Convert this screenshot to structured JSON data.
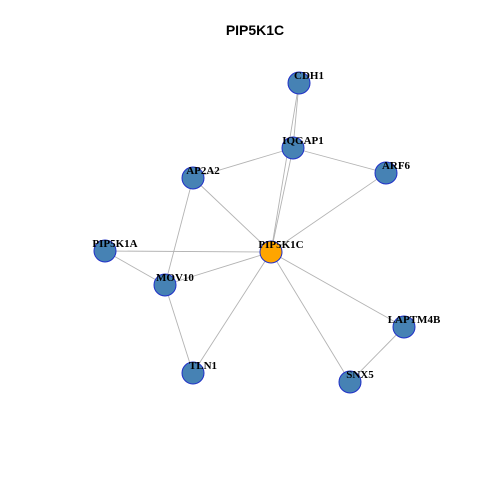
{
  "title": "PIP5K1C",
  "colors": {
    "node_default": "#4682b4",
    "node_highlight": "#ffa500",
    "node_border": "#2030c8",
    "edge": "#b3b3b3"
  },
  "nodes": [
    {
      "id": "CDH1",
      "label": "CDH1",
      "highlight": false
    },
    {
      "id": "IQGAP1",
      "label": "IQGAP1",
      "highlight": false
    },
    {
      "id": "AP2A2",
      "label": "AP2A2",
      "highlight": false
    },
    {
      "id": "ARF6",
      "label": "ARF6",
      "highlight": false
    },
    {
      "id": "PIP5K1A",
      "label": "PIP5K1A",
      "highlight": false
    },
    {
      "id": "PIP5K1C",
      "label": "PIP5K1C",
      "highlight": true
    },
    {
      "id": "MOV10",
      "label": "MOV10",
      "highlight": false
    },
    {
      "id": "LAPTM4B",
      "label": "LAPTM4B",
      "highlight": false
    },
    {
      "id": "TLN1",
      "label": "TLN1",
      "highlight": false
    },
    {
      "id": "SNX5",
      "label": "SNX5",
      "highlight": false
    }
  ],
  "edges": [
    [
      "CDH1",
      "IQGAP1"
    ],
    [
      "CDH1",
      "PIP5K1C"
    ],
    [
      "IQGAP1",
      "AP2A2"
    ],
    [
      "IQGAP1",
      "ARF6"
    ],
    [
      "IQGAP1",
      "PIP5K1C"
    ],
    [
      "AP2A2",
      "PIP5K1C"
    ],
    [
      "AP2A2",
      "MOV10"
    ],
    [
      "ARF6",
      "PIP5K1C"
    ],
    [
      "PIP5K1A",
      "PIP5K1C"
    ],
    [
      "PIP5K1A",
      "MOV10"
    ],
    [
      "MOV10",
      "PIP5K1C"
    ],
    [
      "MOV10",
      "TLN1"
    ],
    [
      "TLN1",
      "PIP5K1C"
    ],
    [
      "PIP5K1C",
      "LAPTM4B"
    ],
    [
      "PIP5K1C",
      "SNX5"
    ],
    [
      "LAPTM4B",
      "SNX5"
    ]
  ]
}
